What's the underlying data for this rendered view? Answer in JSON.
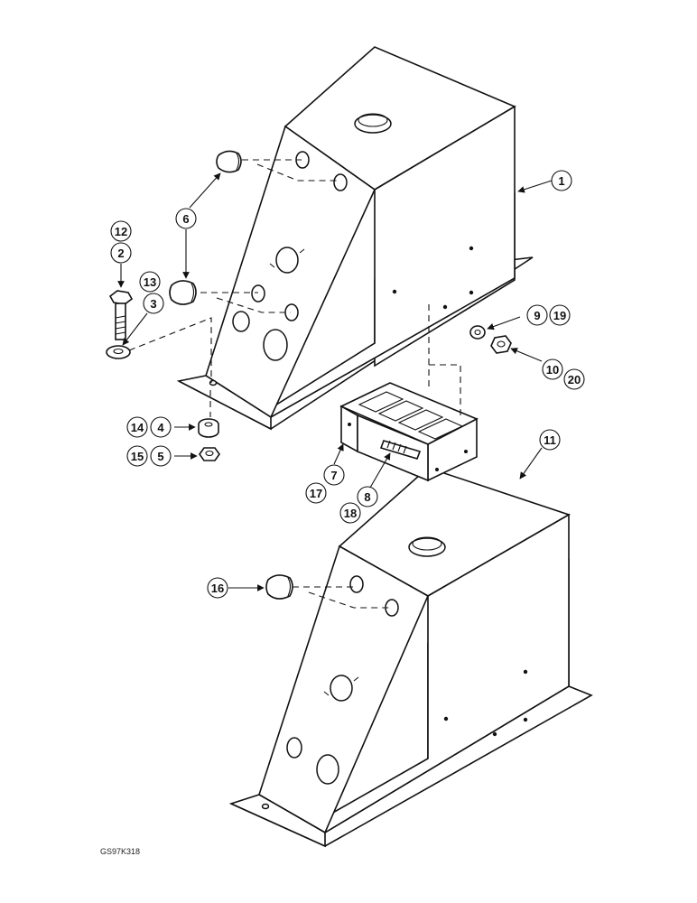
{
  "figure_code": "GS97K318",
  "callouts": {
    "c1": "1",
    "c2": "2",
    "c3": "3",
    "c4": "4",
    "c5": "5",
    "c6": "6",
    "c7": "7",
    "c8": "8",
    "c9": "9",
    "c10": "10",
    "c11": "11",
    "c12": "12",
    "c13": "13",
    "c14": "14",
    "c15": "15",
    "c16": "16",
    "c17": "17",
    "c18": "18",
    "c19": "19",
    "c20": "20"
  }
}
